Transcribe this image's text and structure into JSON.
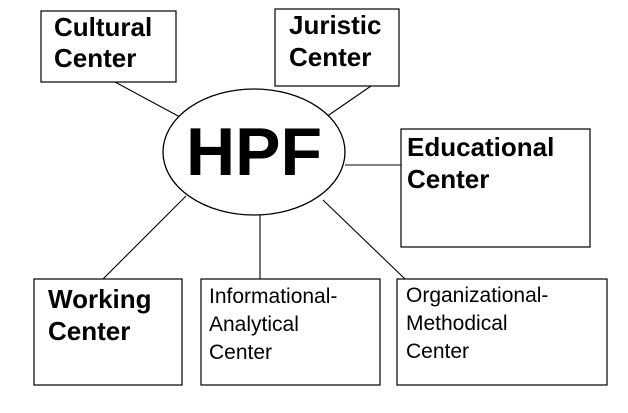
{
  "hub": {
    "label": "HPF"
  },
  "nodes": {
    "cultural": {
      "line1": "Cultural",
      "line2": "Center"
    },
    "juristic": {
      "line1": "Juristic",
      "line2": "Center"
    },
    "educational": {
      "line1": "Educational",
      "line2": "Center"
    },
    "working": {
      "line1": "Working",
      "line2": "Center"
    },
    "informational": {
      "line1": "Informational-",
      "line2": "Analytical",
      "line3": "Center"
    },
    "organizational": {
      "line1": "Organizational-",
      "line2": "Methodical",
      "line3": "Center"
    }
  }
}
